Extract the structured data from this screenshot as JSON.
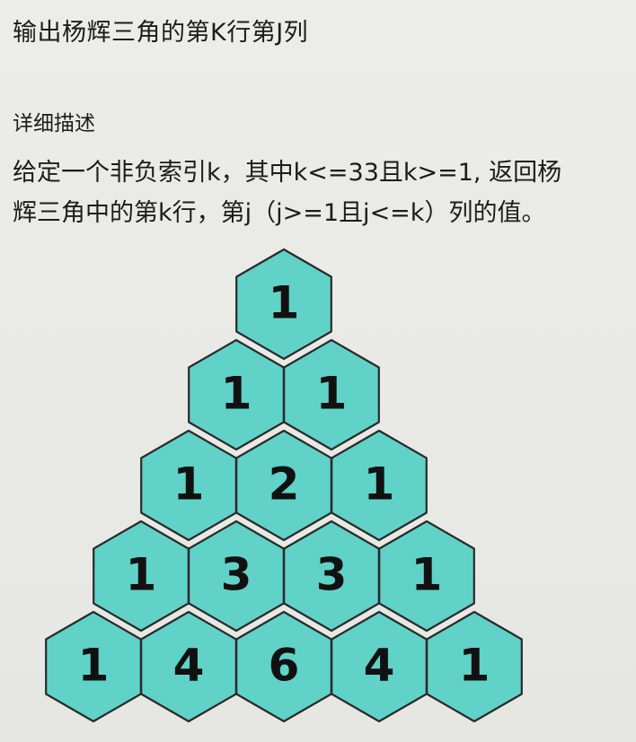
{
  "title": "输出杨辉三角的第K行第J列",
  "section_heading": "详细描述",
  "description_lines": [
    "给定一个非负索引k，其中k<=33且k>=1, 返回杨",
    "辉三角中的第k行，第j（j>=1且j<=k）列的值。"
  ],
  "pyramid_rows": [
    [
      "1"
    ],
    [
      "1",
      "1"
    ],
    [
      "1",
      "2",
      "1"
    ],
    [
      "1",
      "3",
      "3",
      "1"
    ],
    [
      "1",
      "4",
      "6",
      "4",
      "1"
    ]
  ],
  "hex_fill_color": "#60d2c8",
  "hex_stroke_color": "#2a2a2a"
}
